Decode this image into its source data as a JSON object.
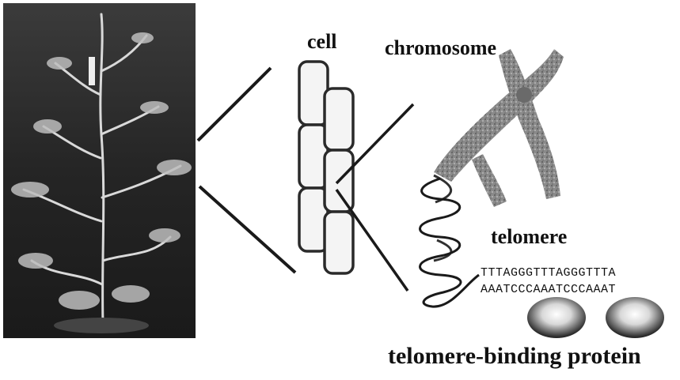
{
  "labels": {
    "cell": "cell",
    "chromosome": "chromosome",
    "telomere": "telomere",
    "protein": "telomere-binding protein"
  },
  "dna_sequence": {
    "top_strand": "TTTAGGGTTTAGGGTTTA",
    "bottom_strand": "AAATCCCAAATCCCAAAT"
  },
  "colors": {
    "line": "#1a1a1a",
    "cell_outline": "#2a2a2a",
    "chromosome": "#7a7a7a",
    "photo_background": "#2b2b2b"
  }
}
